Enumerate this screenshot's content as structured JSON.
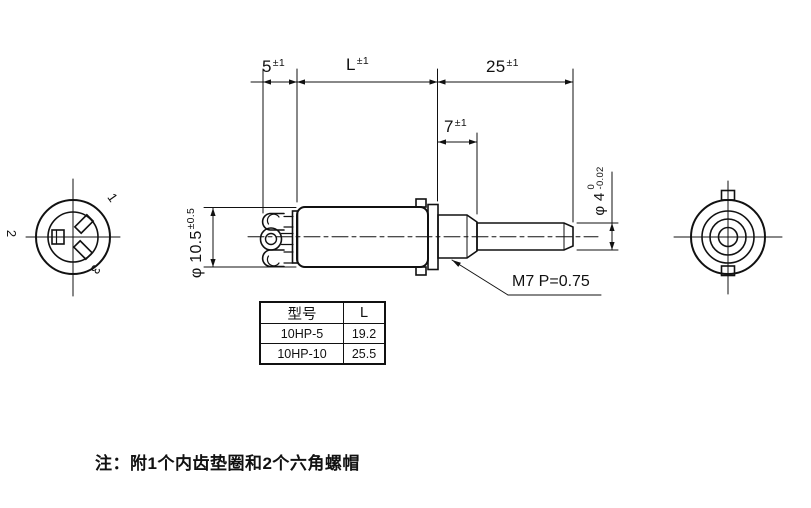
{
  "drawing": {
    "dims": {
      "d5": {
        "v": "5",
        "t": "±1"
      },
      "dL": {
        "v": "L",
        "t": "±1"
      },
      "d25": {
        "v": "25",
        "t": "±1"
      },
      "d7": {
        "v": "7",
        "t": "±1"
      },
      "d105": {
        "v": "φ 10.5",
        "t": "±0.5"
      },
      "d4": {
        "v": "φ 4",
        "tol_upper": "0",
        "tol_lower": "-0.02"
      },
      "thread": "M7 P=0.75"
    },
    "pins": {
      "p1": "1",
      "p2": "2",
      "p3": "3"
    },
    "table": {
      "headers": [
        "型号",
        "L"
      ],
      "rows": [
        [
          "10HP-5",
          "19.2"
        ],
        [
          "10HP-10",
          "25.5"
        ]
      ]
    },
    "note": "注：附1个内齿垫圈和2个六角螺帽",
    "line_color": "#111111"
  }
}
